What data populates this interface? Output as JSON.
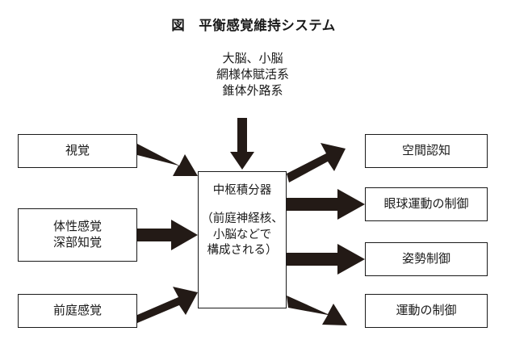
{
  "figure": {
    "title": "図　平衡感覚維持システム",
    "ink_color": "#231a16",
    "background_color": "#ffffff"
  },
  "top_source": {
    "label": "大脳、小脳\n網様体賦活系\n錐体外路系"
  },
  "inputs": [
    {
      "label": "視覚"
    },
    {
      "label": "体性感覚\n深部知覚"
    },
    {
      "label": "前庭感覚"
    }
  ],
  "center": {
    "title": "中枢積分器",
    "subtitle": "（前庭神経核、\n小脳などで\n構成される）"
  },
  "outputs": [
    {
      "label": "空間認知"
    },
    {
      "label": "眼球運動の制御"
    },
    {
      "label": "姿勢制御"
    },
    {
      "label": "運動の制御"
    }
  ],
  "arrows": [
    {
      "name": "arrow-top-into-center",
      "direction": "down",
      "style": "thin"
    },
    {
      "name": "arrow-visual-to-center",
      "direction": "down-right",
      "style": "thick"
    },
    {
      "name": "arrow-somatosensory-to-center",
      "direction": "right",
      "style": "thick"
    },
    {
      "name": "arrow-vestibular-to-center",
      "direction": "up-right",
      "style": "thick"
    },
    {
      "name": "arrow-center-to-spatial",
      "direction": "up-right",
      "style": "thick"
    },
    {
      "name": "arrow-center-to-eye",
      "direction": "right",
      "style": "thick"
    },
    {
      "name": "arrow-center-to-posture",
      "direction": "right",
      "style": "thick"
    },
    {
      "name": "arrow-center-to-motor",
      "direction": "down-right",
      "style": "thick"
    }
  ]
}
